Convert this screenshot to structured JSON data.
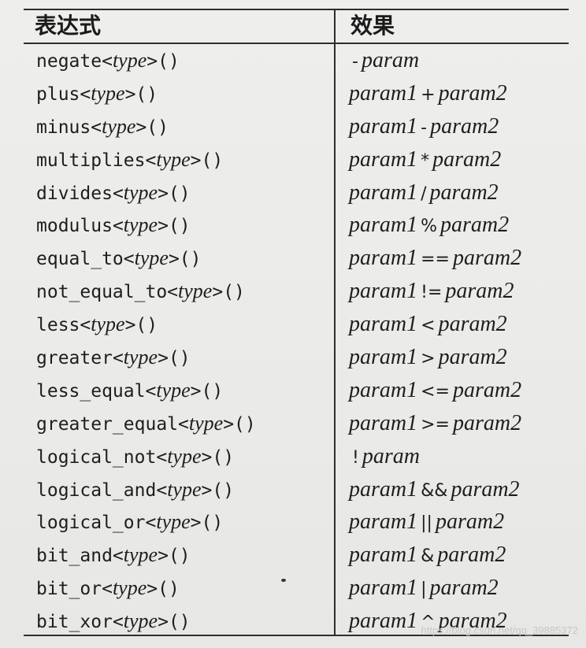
{
  "table": {
    "headers": [
      "表达式",
      "效果"
    ],
    "rows": [
      {
        "fn": "negate",
        "type": "type",
        "suffix": ">()",
        "p1": "",
        "op": "-",
        "p2": "param"
      },
      {
        "fn": "plus",
        "type": "type",
        "suffix": ">()",
        "p1": "param1",
        "op": "+",
        "p2": "param2"
      },
      {
        "fn": "minus",
        "type": "type",
        "suffix": ">()",
        "p1": "param1",
        "op": "-",
        "p2": "param2"
      },
      {
        "fn": "multiplies",
        "type": "type",
        "suffix": ">()",
        "p1": "param1",
        "op": "*",
        "p2": "param2"
      },
      {
        "fn": "divides",
        "type": "type",
        "suffix": ">()",
        "p1": "param1",
        "op": "/",
        "p2": "param2"
      },
      {
        "fn": "modulus",
        "type": "type",
        "suffix": ">()",
        "p1": "param1",
        "op": "%",
        "p2": "param2"
      },
      {
        "fn": "equal_to",
        "type": "type",
        "suffix": ">()",
        "p1": "param1",
        "op": "==",
        "p2": "param2"
      },
      {
        "fn": "not_equal_to",
        "type": "type",
        "suffix": ">()",
        "p1": "param1",
        "op": "!=",
        "p2": "param2"
      },
      {
        "fn": "less",
        "type": "type",
        "suffix": ">()",
        "p1": "param1",
        "op": "<",
        "p2": "param2"
      },
      {
        "fn": "greater",
        "type": "type",
        "suffix": ">()",
        "p1": "param1",
        "op": ">",
        "p2": "param2"
      },
      {
        "fn": "less_equal",
        "type": "type",
        "suffix": ">()",
        "p1": "param1",
        "op": "<=",
        "p2": "param2"
      },
      {
        "fn": "greater_equal",
        "type": "type",
        "suffix": ">()",
        "p1": "param1",
        "op": ">=",
        "p2": "param2"
      },
      {
        "fn": "logical_not",
        "type": "type",
        "suffix": ">()",
        "p1": "",
        "op": "!",
        "p2": "param"
      },
      {
        "fn": "logical_and",
        "type": "type",
        "suffix": ">()",
        "p1": "param1",
        "op": "&&",
        "p2": "param2"
      },
      {
        "fn": "logical_or",
        "type": "type",
        "suffix": ">()",
        "p1": "param1",
        "op": "||",
        "p2": "param2"
      },
      {
        "fn": "bit_and",
        "type": "type",
        "suffix": ">()",
        "p1": "param1",
        "op": "&",
        "p2": "param2"
      },
      {
        "fn": "bit_or",
        "type": "type",
        "suffix": ">()",
        "p1": "param1",
        "op": "|",
        "p2": "param2"
      },
      {
        "fn": "bit_xor",
        "type": "type",
        "suffix": ">()",
        "p1": "param1",
        "op": "^",
        "p2": "param2"
      }
    ]
  },
  "watermark": "https://blog.csdn.net/qq_39885372"
}
